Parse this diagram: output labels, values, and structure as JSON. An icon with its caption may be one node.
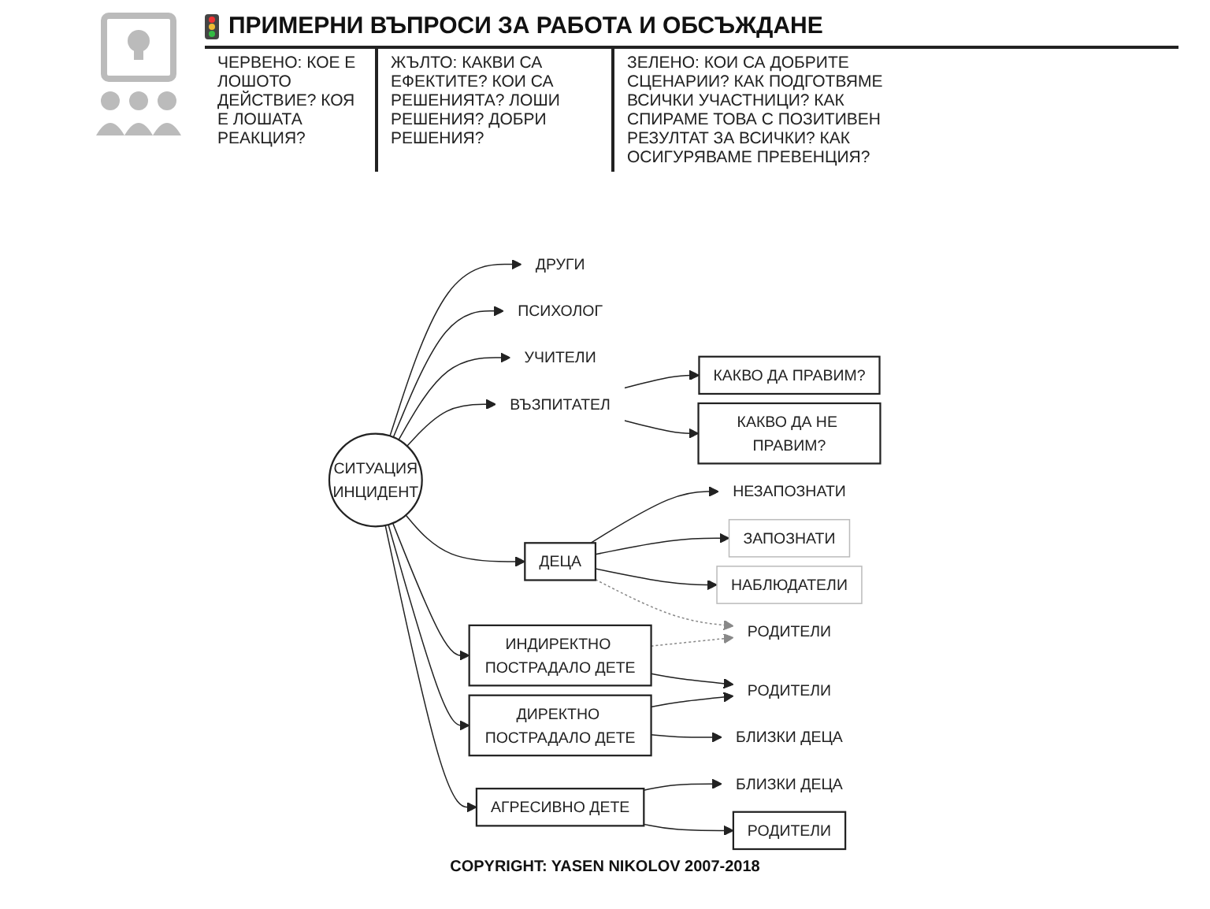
{
  "diagram": {
    "title": "ПРИМЕРНИ ВЪПРОСИ ЗА РАБОТА И ОБСЪЖДАНЕ",
    "caption": "COPYRIGHT: YASEN NIKOLOV 2007-2018",
    "nodes": [
      {
        "text": [
          "СИТУАЦИЯ",
          "ИНЦИДЕНТ"
        ]
      },
      {
        "text": [
          "ДРУГИ"
        ]
      },
      {
        "text": [
          "ПСИХОЛОГ"
        ]
      },
      {
        "text": [
          "УЧИТЕЛИ"
        ]
      },
      {
        "text": [
          "ВЪЗПИТАТЕЛ"
        ]
      },
      {
        "text": [
          "КАКВО ДА ПРАВИМ?"
        ]
      },
      {
        "text": [
          "КАКВО ДА НЕ ПРАВИМ?"
        ]
      },
      {
        "text": [
          "ДЕЦА"
        ]
      },
      {
        "text": [
          "НЕЗАПОЗНАТИ"
        ]
      },
      {
        "text": [
          "ЗАПОЗНАТИ"
        ]
      },
      {
        "text": [
          "НАБЛЮДАТЕЛИ"
        ]
      },
      {
        "text": [
          "РОДИТЕЛИ"
        ]
      },
      {
        "text": [
          "АГРЕСИВНО ДЕТЕ"
        ]
      },
      {
        "text": [
          "БЛИЗКИ ДЕЦА"
        ]
      },
      {
        "text": [
          "РОДИТЕЛИ"
        ]
      },
      {
        "text": [
          "ДИРЕКТНО ПОСТРАДАЛО ДЕТЕ"
        ]
      },
      {
        "text": [
          "БЛИЗКИ ДЕЦА"
        ]
      },
      {
        "text": [
          "РОДИТЕЛИ"
        ]
      },
      {
        "text": [
          "ИНДИРЕКТНО ПОСТРАДАЛО ДЕТЕ"
        ]
      }
    ],
    "edges": [
      {
        "from": 0,
        "to": 1,
        "arrow": "to"
      },
      {
        "from": 0,
        "to": 2,
        "arrow": "to"
      },
      {
        "from": 0,
        "to": 3,
        "arrow": "to"
      },
      {
        "from": 0,
        "to": 4,
        "arrow": "to"
      },
      {
        "from": 0,
        "to": 7,
        "arrow": "to"
      },
      {
        "from": 0,
        "to": 18,
        "arrow": "to"
      },
      {
        "from": 0,
        "to": 15,
        "arrow": "to"
      },
      {
        "from": 0,
        "to": 12,
        "arrow": "to"
      },
      {
        "from": 4,
        "to": 5,
        "arrow": "to"
      },
      {
        "from": 4,
        "to": 6,
        "arrow": "to"
      },
      {
        "from": 7,
        "to": 8,
        "arrow": "to"
      },
      {
        "from": 7,
        "to": 9,
        "arrow": "to"
      },
      {
        "from": 7,
        "to": 10,
        "arrow": "to"
      },
      {
        "from": 7,
        "to": 11,
        "arrow": "to",
        "style": "dashed",
        "color": "#888888"
      },
      {
        "from": 18,
        "to": 11,
        "arrow": "to",
        "style": "dashed",
        "color": "#888888"
      },
      {
        "from": 18,
        "to": 17,
        "arrow": "to"
      },
      {
        "from": 12,
        "to": 13,
        "arrow": "to"
      },
      {
        "from": 12,
        "to": 14,
        "arrow": "to"
      },
      {
        "from": 15,
        "to": 16,
        "arrow": "to"
      },
      {
        "from": 15,
        "to": 17,
        "arrow": "to"
      }
    ],
    "labels": [
      "ЧЕРВЕНО: КОЕ Е ЛОШОТО ДЕЙСТВИЕ? КОЯ Е ЛОШАТА РЕАКЦИЯ?",
      "ЖЪЛТО: КАКВИ СА ЕФЕКТИТЕ? КОИ СА РЕШЕНИЯТА? ЛОШИ РЕШЕНИЯ? ДОБРИ РЕШЕНИЯ?",
      "ЗЕЛЕНО: КОИ СА ДОБРИТЕ СЦЕНАРИИ? КАК ПОДГОТВЯМЕ ВСИЧКИ УЧАСТНИЦИ? КАК СПИРАМЕ ТОВА С ПОЗИТИВЕН РЕЗУЛТАТ ЗА ВСИЧКИ? КАК ОСИГУРЯВАМЕ ПРЕВЕНЦИЯ?"
    ]
  }
}
